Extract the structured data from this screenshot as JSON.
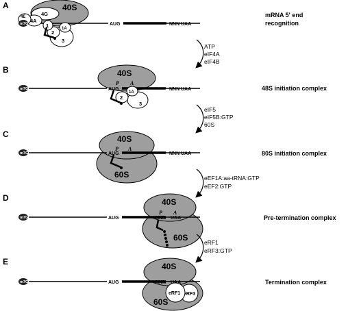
{
  "colors": {
    "subunit_fill": "#9e9e9e",
    "mrna": "#000000",
    "factor_fill": "#ffffff"
  },
  "panels": {
    "A": {
      "letter": "A",
      "stage": "mRNA 5' end",
      "stage_line2": "recognition",
      "cap": "m7G",
      "factor_4E": "4E",
      "factor_4A": "4A",
      "factor_4G": "4G",
      "factor_1": "1",
      "factor_1A": "1A",
      "factor_2": "2",
      "factor_3": "3",
      "small_subunit": "40S",
      "start": "AUG",
      "codon": "NNN",
      "stop": "UAA"
    },
    "B": {
      "letter": "B",
      "stage": "48S initiation complex",
      "cap": "m7G",
      "small_subunit": "40S",
      "site_p": "P",
      "site_a": "A",
      "factor_1A": "1A",
      "factor_2": "2",
      "factor_3": "3",
      "start": "AUG",
      "codon": "NNN",
      "stop": "UAA"
    },
    "C": {
      "letter": "C",
      "stage": "80S initiation complex",
      "cap": "m7G",
      "small_subunit": "40S",
      "large_subunit": "60S",
      "site_p": "P",
      "site_a": "A",
      "start": "AUG",
      "codon": "NNN",
      "stop": "UAA"
    },
    "D": {
      "letter": "D",
      "stage": "Pre-termination complex",
      "cap": "m7G",
      "small_subunit": "40S",
      "large_subunit": "60S",
      "site_p": "P",
      "site_a": "A",
      "start": "AUG",
      "codon": "NNN",
      "stop": "UAA"
    },
    "E": {
      "letter": "E",
      "stage": "Termination complex",
      "cap": "m7G",
      "small_subunit": "40S",
      "large_subunit": "60S",
      "factor_erf1": "eRF1",
      "factor_erf3": "eRF3",
      "start": "AUG",
      "codon": "NNN",
      "stop": "UAA"
    }
  },
  "transitions": [
    {
      "lines": [
        "ATP",
        "eIF4A",
        "eIF4B"
      ]
    },
    {
      "lines": [
        "eIF5",
        "eIF5B:GTP",
        "60S"
      ]
    },
    {
      "lines": [
        "eEF1A:aa-tRNA:GTP",
        "eEF2:GTP"
      ]
    },
    {
      "lines": [
        "eRF1",
        "eRF3:GTP"
      ]
    }
  ]
}
